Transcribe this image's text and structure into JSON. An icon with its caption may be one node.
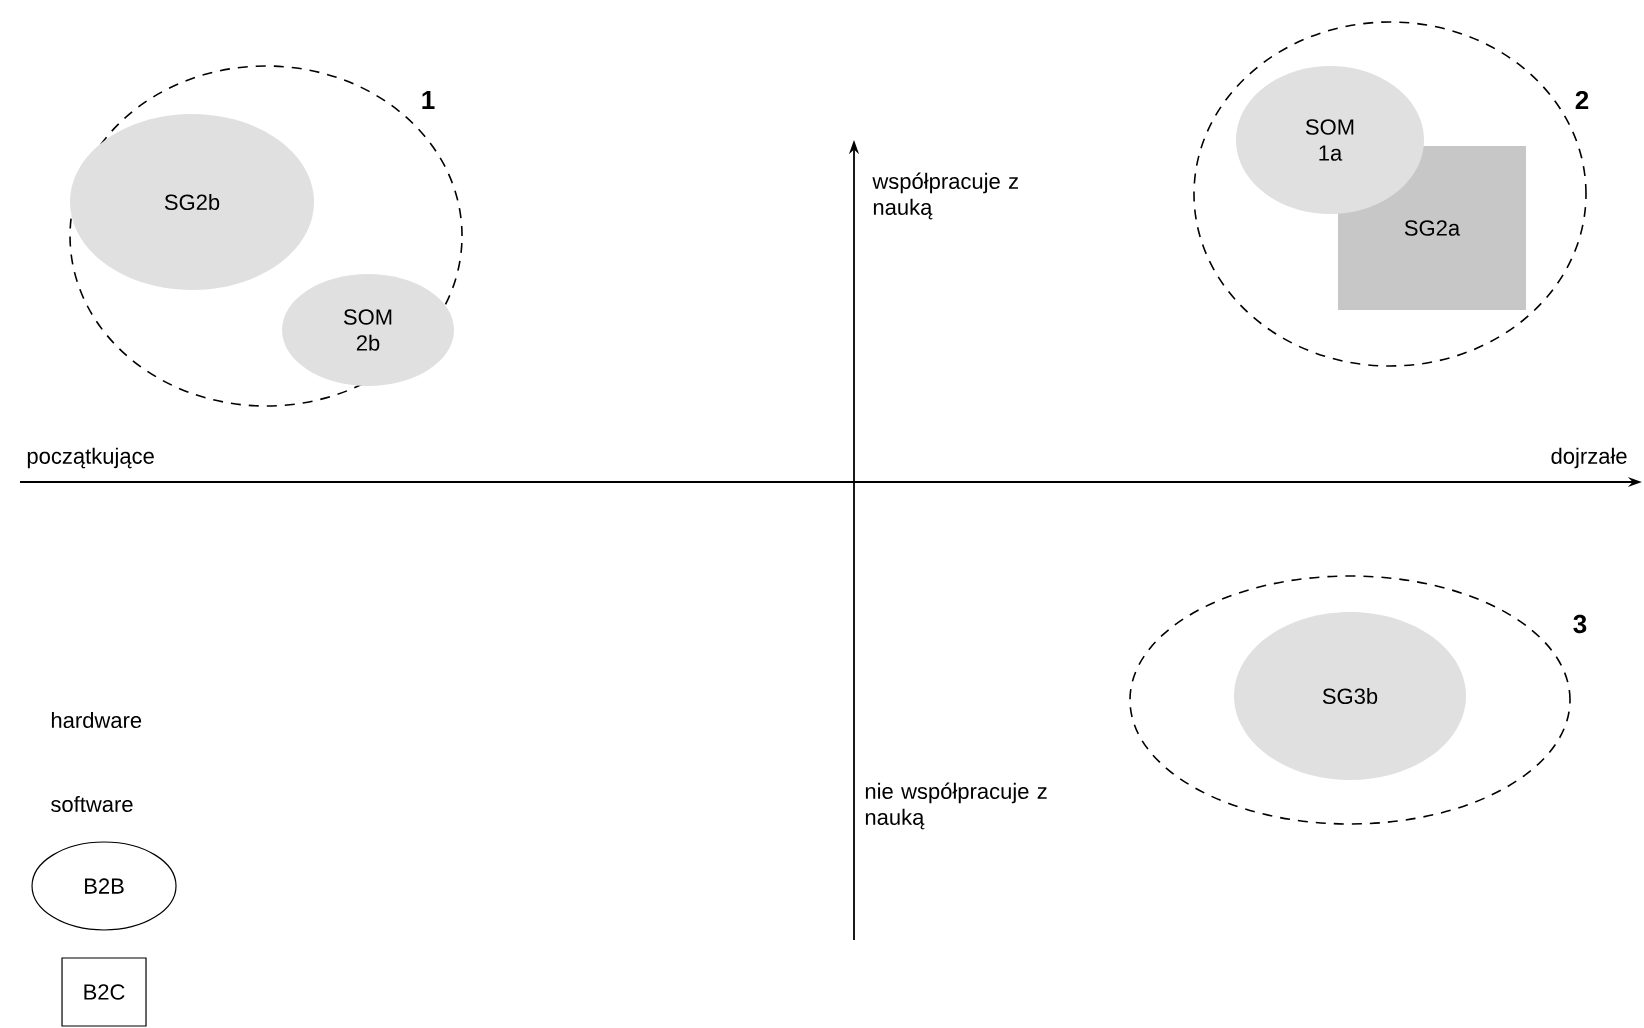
{
  "diagram": {
    "nodes": [
      {
        "text": [
          "1"
        ]
      },
      {
        "text": [
          "SG2b"
        ],
        "in": 0
      },
      {
        "text": [
          "SOM 2b"
        ],
        "in": 0
      },
      {
        "text": [
          "2"
        ]
      },
      {
        "text": [
          "SG2a"
        ],
        "in": 3
      },
      {
        "text": [
          "SOM 1a"
        ],
        "in": 3
      },
      {
        "text": [
          "3"
        ]
      },
      {
        "text": [
          "SG3b"
        ],
        "in": 6
      }
    ],
    "edges": [],
    "labels": [
      "początkujące",
      "dojrzałe",
      "współpracuje z nauką",
      "nie współpracuje z nauką"
    ],
    "legend": [
      {
        "text": "hardware"
      },
      {
        "text": "software"
      },
      {
        "text": "B2B"
      },
      {
        "text": "B2C"
      }
    ]
  }
}
